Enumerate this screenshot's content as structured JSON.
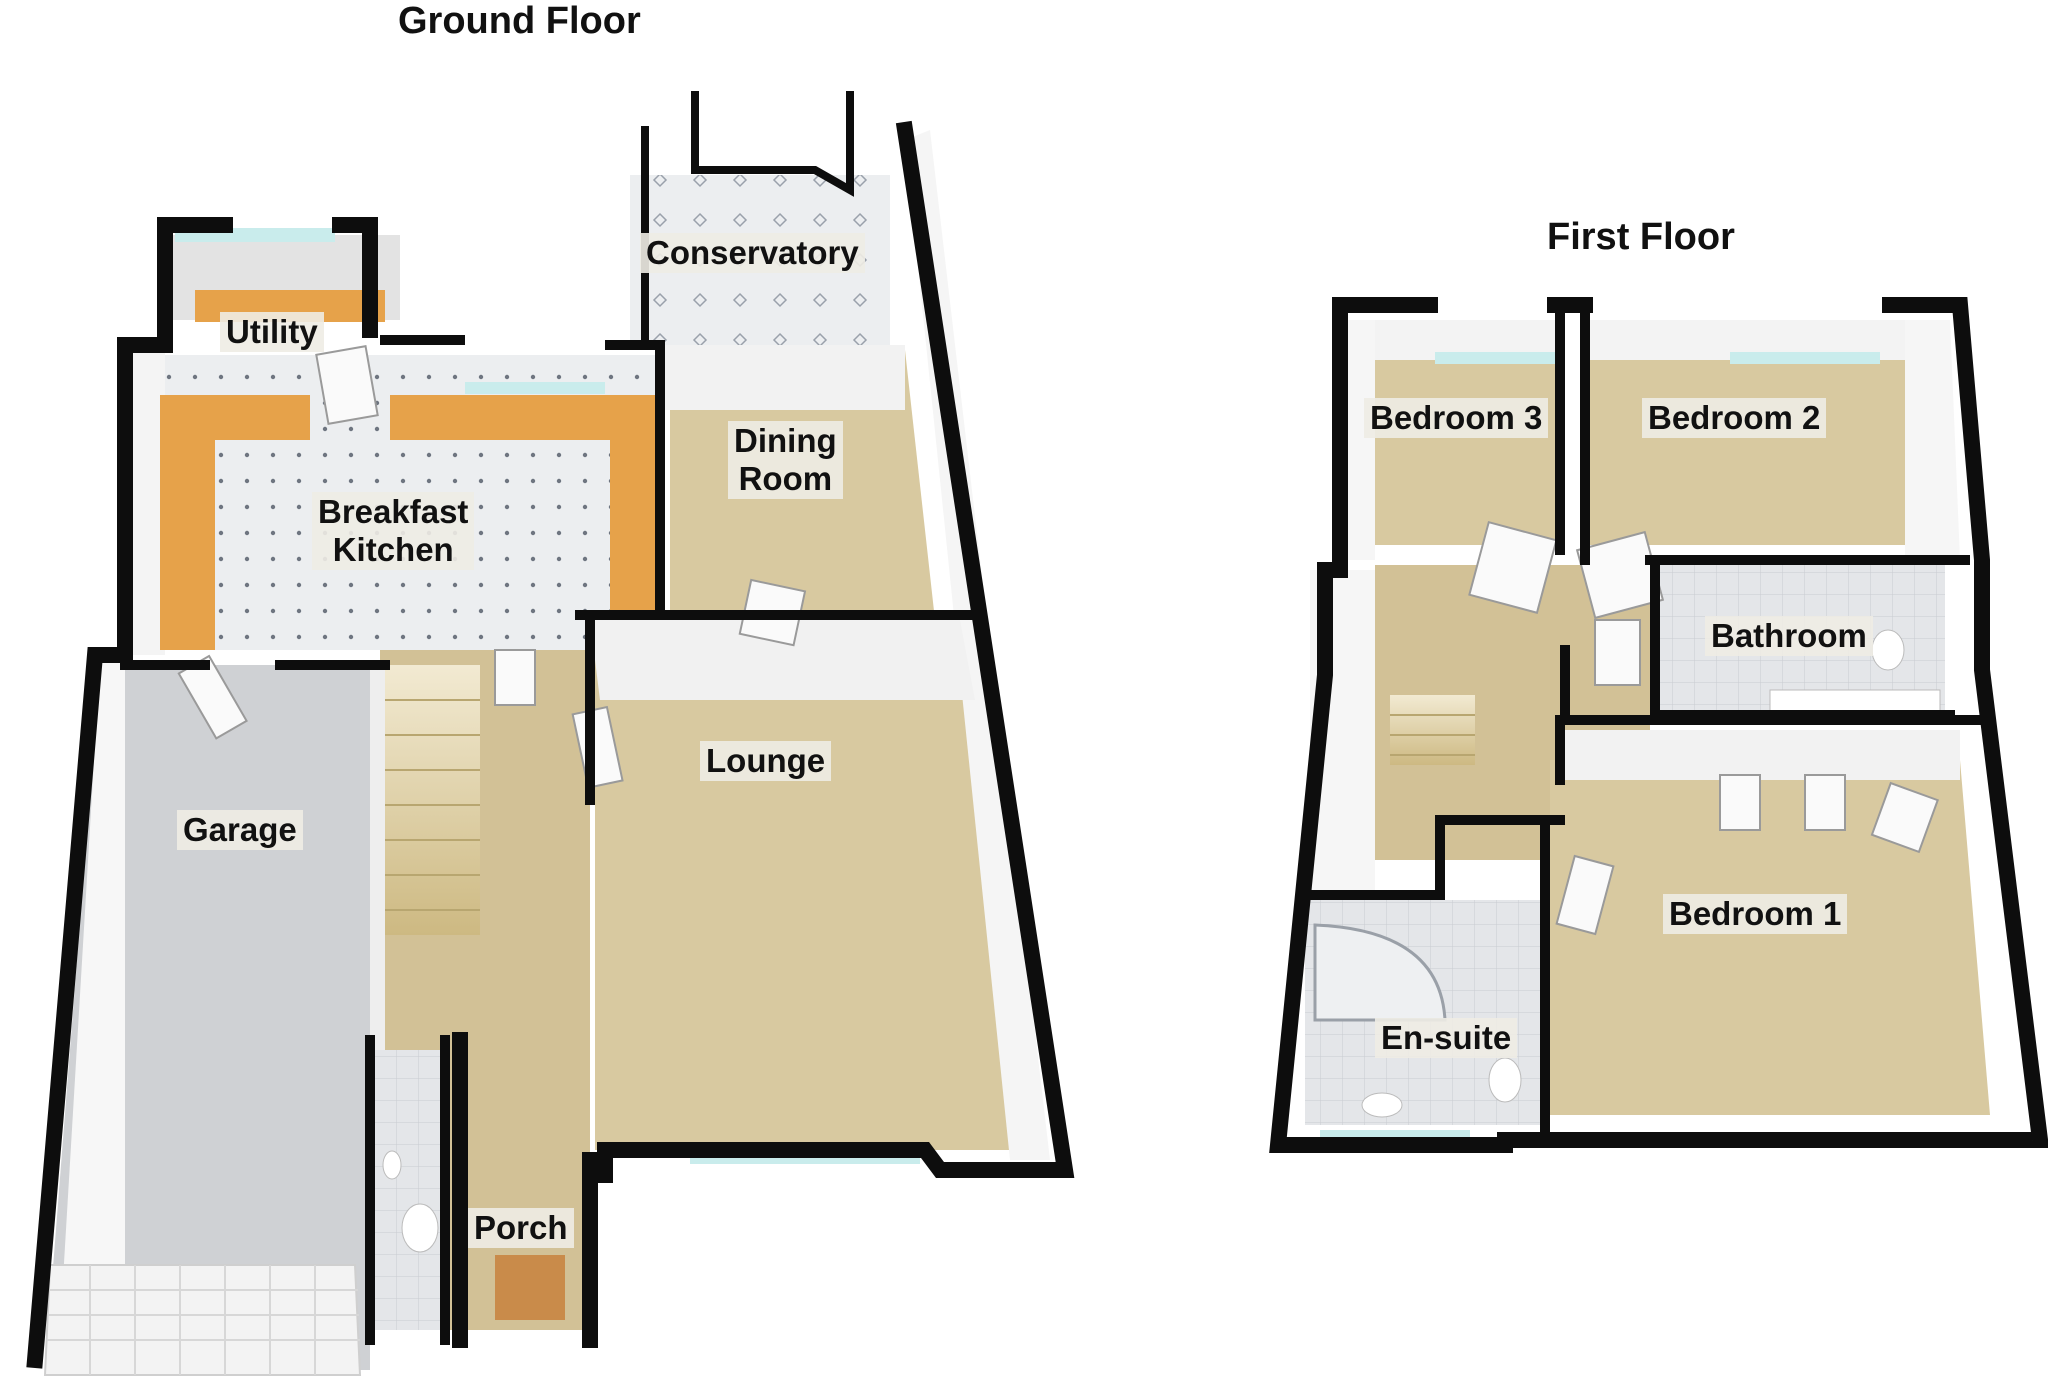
{
  "floors": [
    {
      "title": "Ground Floor"
    },
    {
      "title": "First Floor"
    }
  ],
  "ground_floor": {
    "utility": "Utility",
    "conservatory": "Conservatory",
    "kitchen": "Breakfast\nKitchen",
    "dining": "Dining\nRoom",
    "lounge": "Lounge",
    "garage": "Garage",
    "porch": "Porch"
  },
  "first_floor": {
    "bedroom3": "Bedroom 3",
    "bedroom2": "Bedroom 2",
    "bathroom": "Bathroom",
    "bedroom1": "Bedroom 1",
    "ensuite": "En-suite"
  },
  "colors": {
    "wall": "#0d0d0d",
    "wall_face": "#f4f4f4",
    "carpet": "#d8c9a0",
    "tile": "#e9eaec",
    "garage_floor": "#cfd1d4",
    "worktop": "#e6a24a",
    "window": "#c9ecec"
  }
}
